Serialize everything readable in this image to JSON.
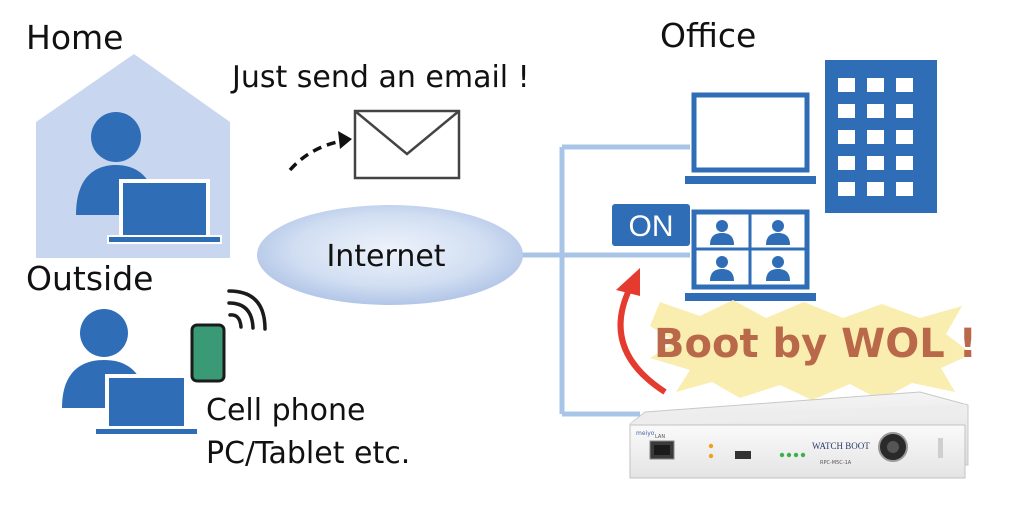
{
  "labels": {
    "home": "Home",
    "outside": "Outside",
    "office": "Office",
    "email_prompt": "Just send an email !",
    "internet": "Internet",
    "on_badge": "ON",
    "boot_wol": "Boot by WOL !",
    "devices_line1": "Cell phone",
    "devices_line2": "PC/Tablet etc."
  },
  "device": {
    "brand": "WATCH BOOT",
    "model": "RPC-M5C-1A",
    "lan_port": "LAN",
    "maker_logo": "meiyo"
  },
  "colors": {
    "primary_blue": "#2f6db7",
    "house_fill": "#c8d7ef",
    "cloud_light": "#dce6f6",
    "cloud_dark": "#a9bfe4",
    "line_blue": "#a8c4e6",
    "phone_green": "#3a9a76",
    "boot_text": "#b9694a",
    "burst_fill": "#faedb0",
    "arrow_red": "#e53a2e"
  },
  "icons": [
    "house-icon",
    "person-icon",
    "laptop-icon",
    "envelope-icon",
    "smartphone-icon",
    "signal-waves-icon",
    "office-building-icon",
    "monitor-icon",
    "video-meeting-icon",
    "watchboot-device-icon"
  ]
}
